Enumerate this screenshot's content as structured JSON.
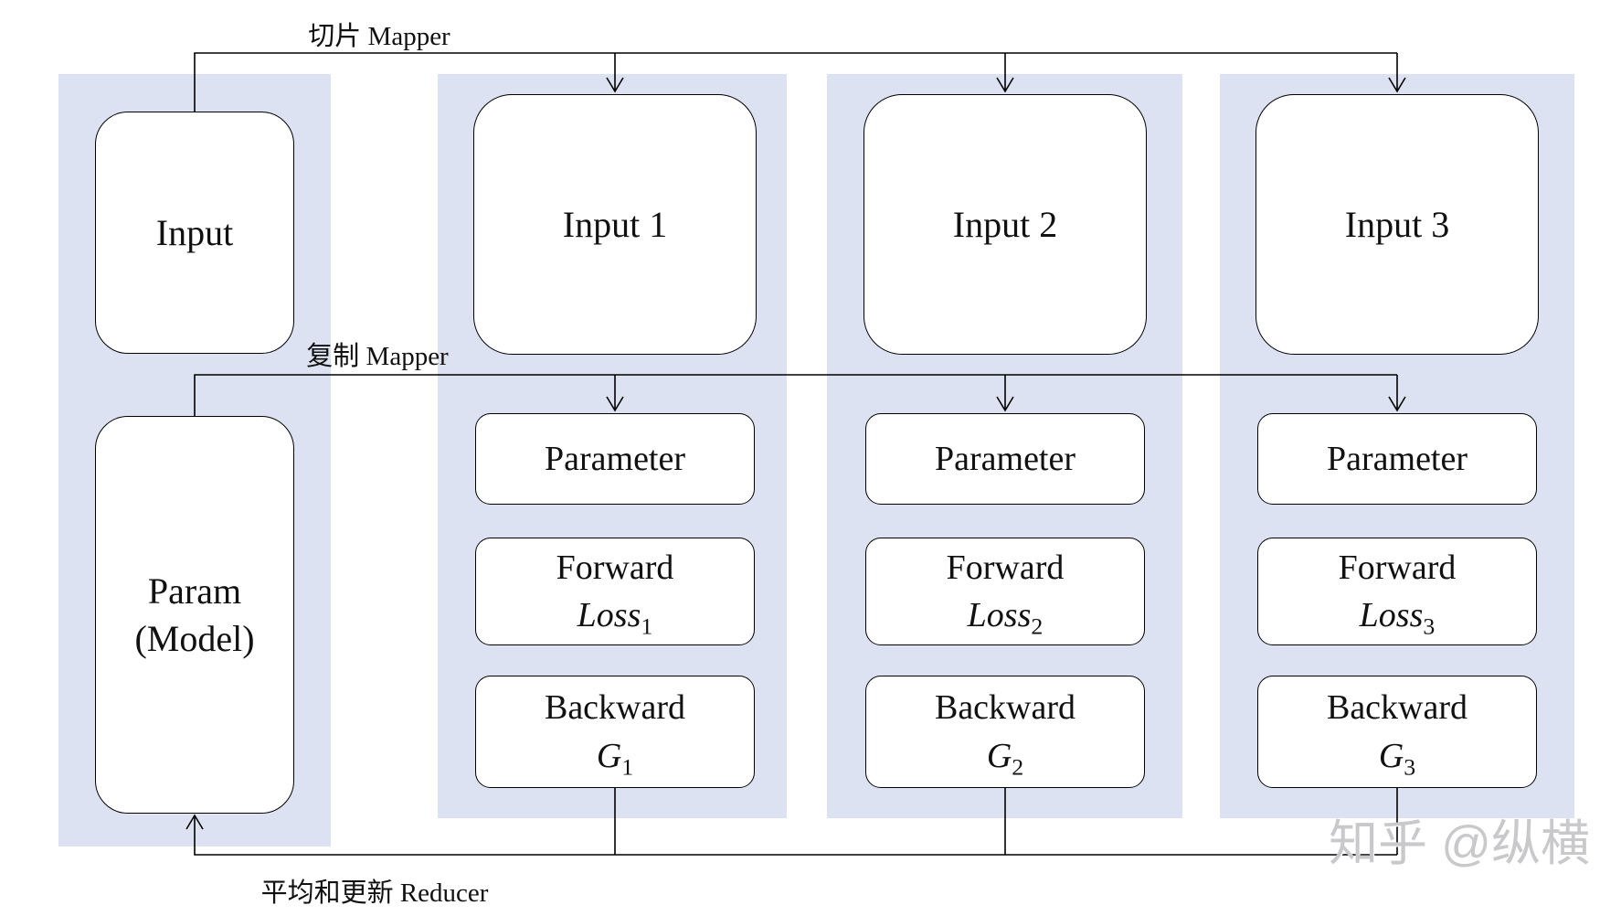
{
  "diagram": {
    "flow_labels": {
      "scatter": "切片 Mapper",
      "replicate": "复制 Mapper",
      "reduce": "平均和更新 Reducer"
    },
    "main_column": {
      "input_label": "Input",
      "param_line1": "Param",
      "param_line2": "(Model)"
    },
    "replica_columns": [
      {
        "input": "Input 1",
        "parameter": "Parameter",
        "forward_word": "Forward",
        "forward_var": "Loss",
        "forward_sub": "1",
        "backward_word": "Backward",
        "backward_var": "G",
        "backward_sub": "1"
      },
      {
        "input": "Input 2",
        "parameter": "Parameter",
        "forward_word": "Forward",
        "forward_var": "Loss",
        "forward_sub": "2",
        "backward_word": "Backward",
        "backward_var": "G",
        "backward_sub": "2"
      },
      {
        "input": "Input 3",
        "parameter": "Parameter",
        "forward_word": "Forward",
        "forward_var": "Loss",
        "forward_sub": "3",
        "backward_word": "Backward",
        "backward_var": "G",
        "backward_sub": "3"
      }
    ],
    "watermark": "知乎 @纵横",
    "colors": {
      "column_bg": "#dce2f1",
      "box_fill": "#ffffff",
      "box_border": "#000000",
      "line": "#000000",
      "watermark": "#c9c9cc"
    }
  }
}
